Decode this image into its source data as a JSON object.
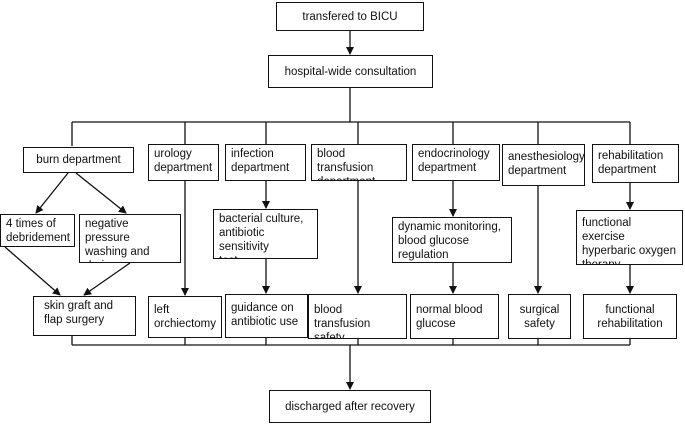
{
  "top": {
    "transfer": "transfered to BICU",
    "consultation": "hospital-wide consultation"
  },
  "departments": {
    "burn": "burn department",
    "urology": "urology\ndepartment",
    "infection": "infection\ndepartment",
    "transfusion": "blood transfusion\ndepartment",
    "endocrinology": "endocrinology\ndepartment",
    "anesthesiology": "anesthesiology\ndepartment",
    "rehabilitation": "rehabilitation\ndepartment"
  },
  "steps": {
    "debridement": "4 times of\ndebridement",
    "npwd": "negative pressure\nwashing and\ndrainage",
    "culture": "bacterial culture,\nantibiotic sensitivity\ntest",
    "glucose_monitoring": "dynamic monitoring,\nblood glucose\nregulation",
    "exercise": "functional exercise\nhyperbaric oxygen\ntherapy"
  },
  "outcomes": {
    "graft": "skin graft and\nflap surgery",
    "orchiectomy": "left\norchiectomy",
    "antibiotic": "guidance on\nantibiotic use",
    "transfusion_safety": "blood transfusion\nsafety",
    "normal_glucose": "normal blood\nglucose",
    "surgical_safety": "surgical\nsafety",
    "functional_rehab": "functional\nrehabilitation"
  },
  "bottom": {
    "discharge": "discharged after recovery"
  }
}
